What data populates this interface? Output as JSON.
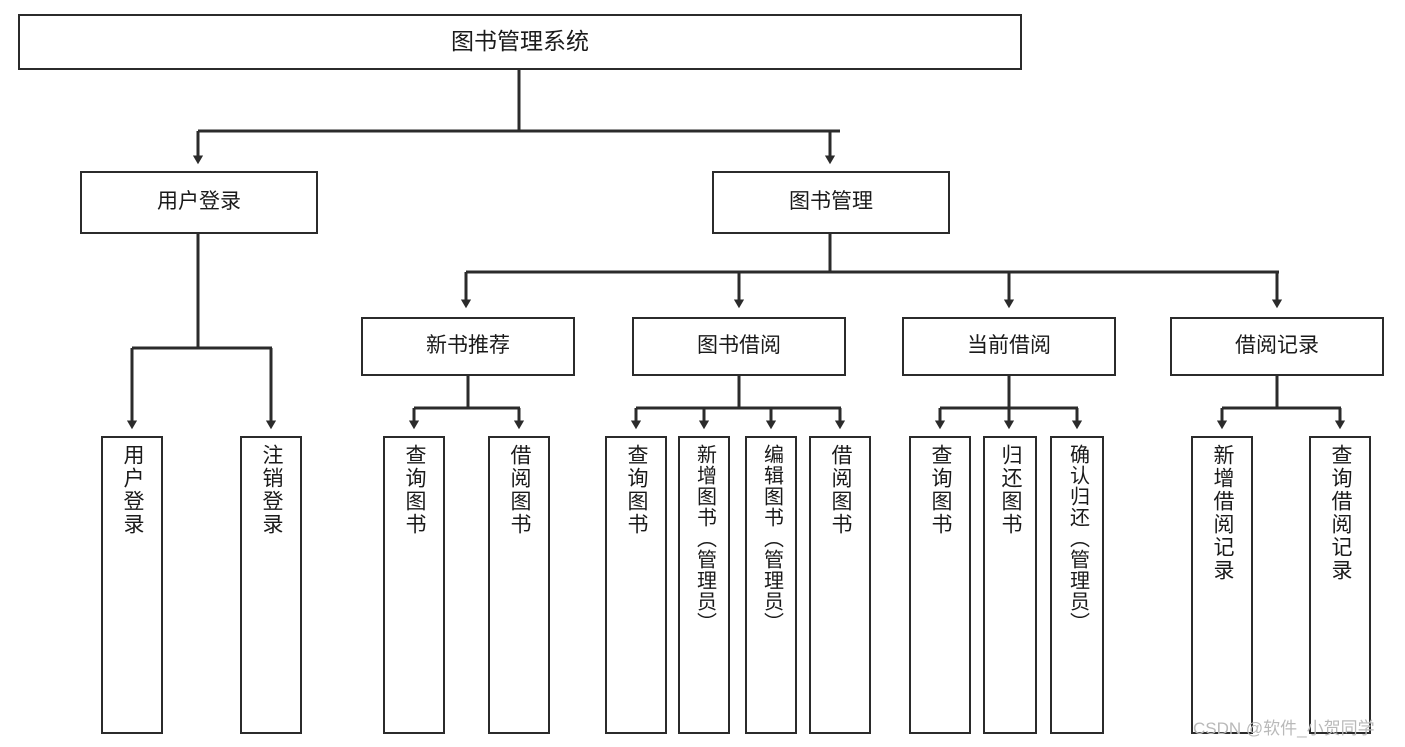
{
  "diagram": {
    "title": "图书管理系统",
    "type": "tree-hierarchy-chart",
    "watermark": "CSDN @软件_小贺同学",
    "colors": {
      "background": "#ffffff",
      "box_border": "#2b2b2b",
      "box_fill": "#ffffff",
      "connector": "#2b2b2b",
      "text": "#1a1a1a",
      "watermark_text": "#b9b9b9"
    }
  },
  "nodes": {
    "root": {
      "label": "图书管理系统"
    },
    "level2": [
      {
        "id": "user-login",
        "label": "用户登录"
      },
      {
        "id": "book-management",
        "label": "图书管理"
      }
    ],
    "level3": [
      {
        "id": "new-book-recommend",
        "label": "新书推荐"
      },
      {
        "id": "book-borrow",
        "label": "图书借阅"
      },
      {
        "id": "current-borrow",
        "label": "当前借阅"
      },
      {
        "id": "borrow-record",
        "label": "借阅记录"
      }
    ],
    "leaves": {
      "user_login": [
        {
          "id": "leaf-user-login",
          "label": "用户登录"
        },
        {
          "id": "leaf-user-logout",
          "label": "注销登录"
        }
      ],
      "new_book_recommend": [
        {
          "id": "leaf-query-book-1",
          "label": "查询图书"
        },
        {
          "id": "leaf-borrow-book-1",
          "label": "借阅图书"
        }
      ],
      "book_borrow": [
        {
          "id": "leaf-query-book-2",
          "label": "查询图书"
        },
        {
          "id": "leaf-add-book-admin",
          "label": "新增图书（管理员）"
        },
        {
          "id": "leaf-edit-book-admin",
          "label": "编辑图书（管理员）"
        },
        {
          "id": "leaf-borrow-book-2",
          "label": "借阅图书"
        }
      ],
      "current_borrow": [
        {
          "id": "leaf-query-book-3",
          "label": "查询图书"
        },
        {
          "id": "leaf-return-book",
          "label": "归还图书"
        },
        {
          "id": "leaf-confirm-return-admin",
          "label": "确认归还（管理员）"
        }
      ],
      "borrow_record": [
        {
          "id": "leaf-add-borrow-record",
          "label": "新增借阅记录"
        },
        {
          "id": "leaf-query-borrow-record",
          "label": "查询借阅记录"
        }
      ]
    }
  }
}
